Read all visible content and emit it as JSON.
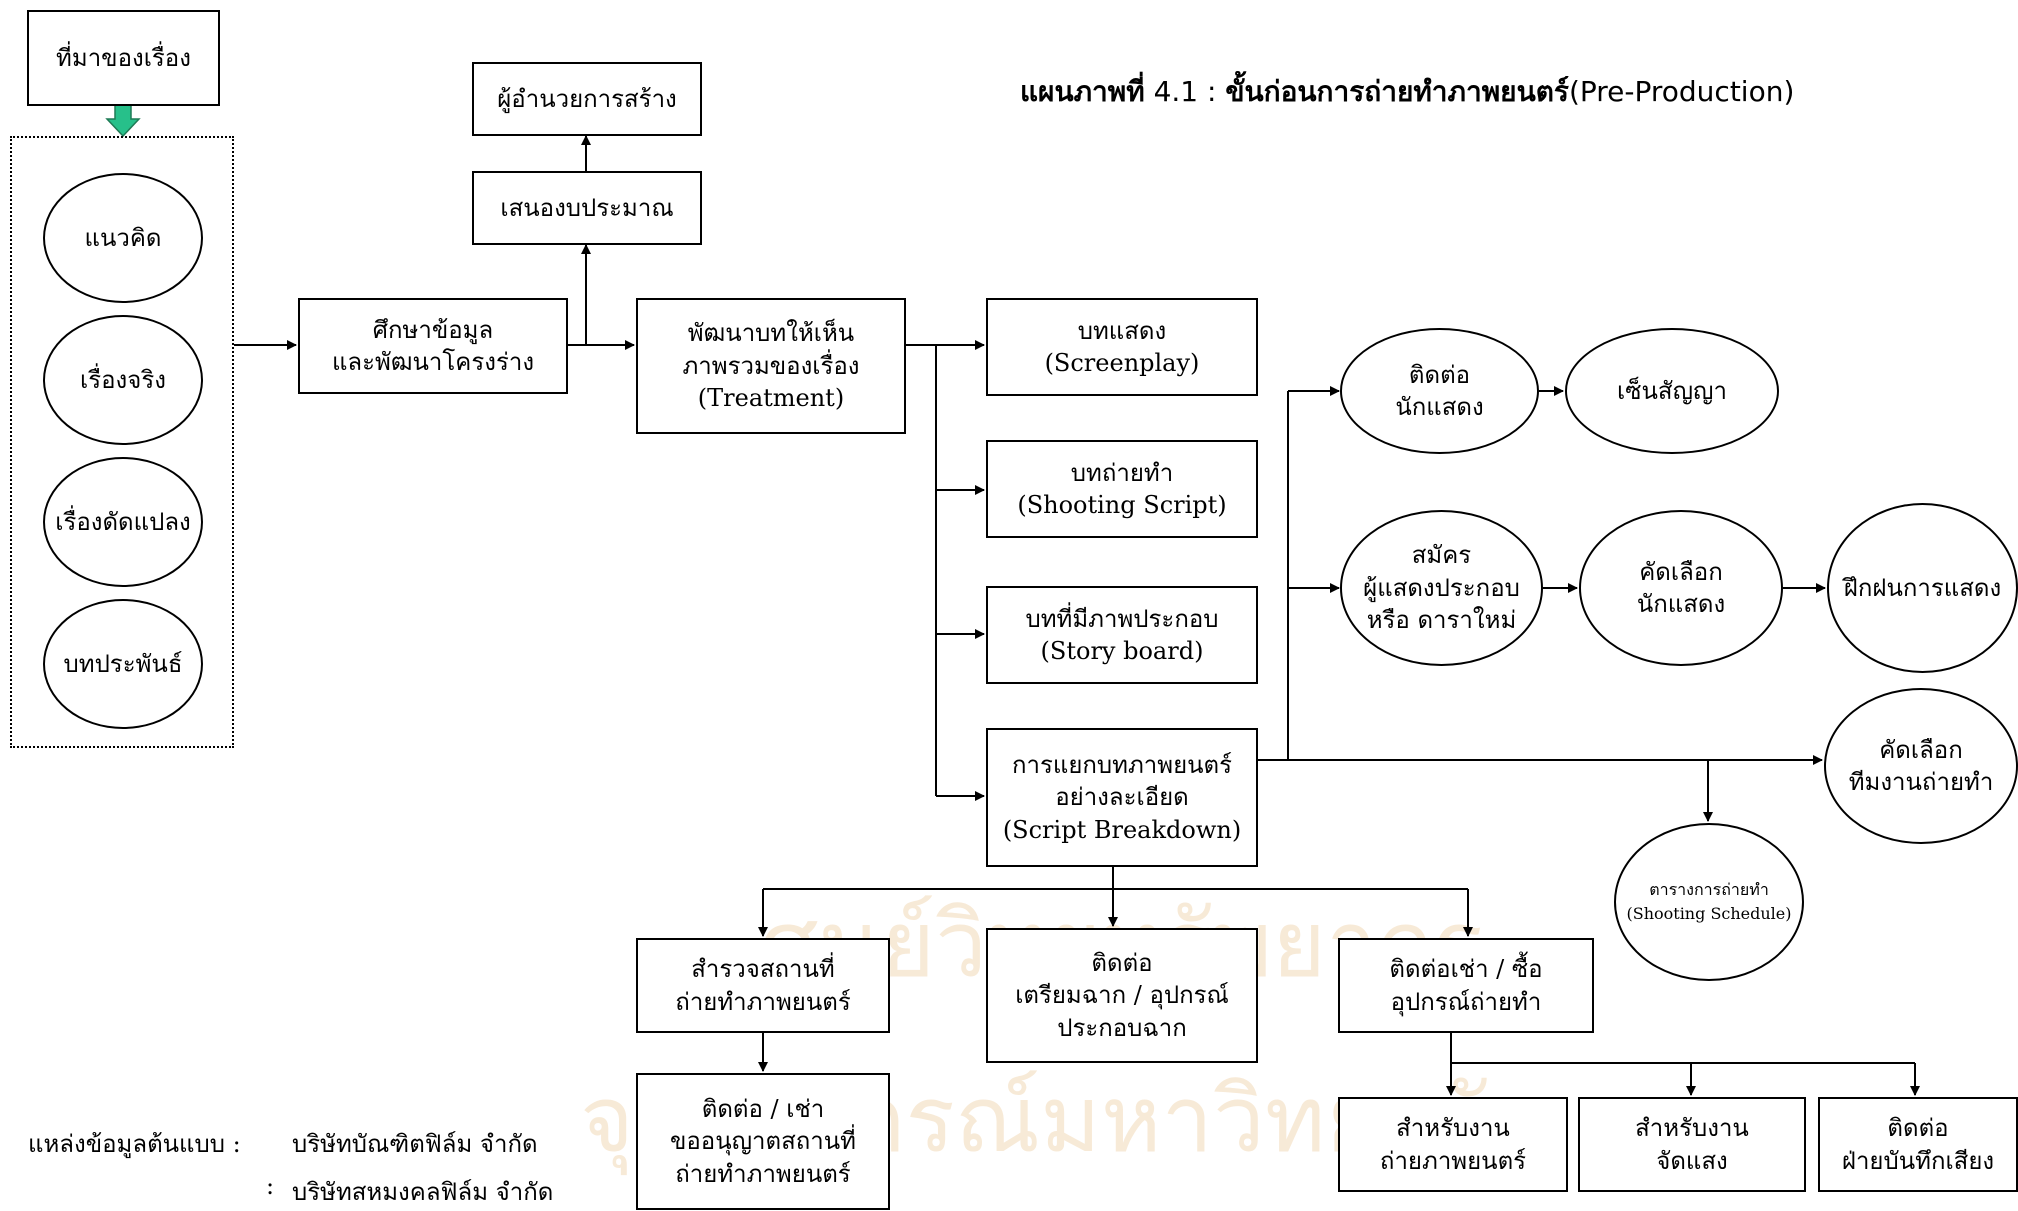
{
  "title": {
    "bold_part": "แผนภาพที่",
    "regular_part": " 4.1 : ",
    "bold_part2": "ขั้นก่อนการถ่ายทำภาพยนตร์",
    "tail": "(Pre-Production)"
  },
  "nodes": {
    "origin": "ที่มาของเรื่อง",
    "concept": "แนวคิด",
    "true_story": "เรื่องจริง",
    "adapted_story": "เรื่องดัดแปลง",
    "composition": "บทประพันธ์",
    "study": "ศึกษาข้อมูล\nและพัฒนาโครงร่าง",
    "budget": "เสนองบประมาณ",
    "producer": "ผู้อำนวยการสร้าง",
    "treatment": "พัฒนาบทให้เห็น\nภาพรวมของเรื่อง\n(Treatment)",
    "screenplay": "บทแสดง\n(Screenplay)",
    "shooting_script": "บทถ่ายทำ\n(Shooting Script)",
    "storyboard": "บทที่มีภาพประกอบ\n(Story board)",
    "breakdown": "การแยกบทภาพยนตร์\nอย่างละเอียด\n(Script Breakdown)",
    "contact_actor": "ติดต่อ\nนักแสดง",
    "sign_contract": "เซ็นสัญญา",
    "recruit": "สมัคร\nผู้แสดงประกอบ\nหรือ ดาราใหม่",
    "select_actor": "คัดเลือก\nนักแสดง",
    "rehearse": "ฝึกฝนการแสดง",
    "select_crew": "คัดเลือก\nทีมงานถ่ายทำ",
    "schedule": "ตารางการถ่ายทำ\n(Shooting Schedule)",
    "survey_location": "สำรวจสถานที่\nถ่ายทำภาพยนตร์",
    "location_permit": "ติดต่อ / เช่า\nขออนุญาตสถานที่\nถ่ายทำภาพยนตร์",
    "set_props": "ติดต่อ\nเตรียมฉาก / อุปกรณ์\nประกอบฉาก",
    "rent_equipment": "ติดต่อเช่า / ซื้อ\nอุปกรณ์ถ่ายทำ",
    "for_filming": "สำหรับงาน\nถ่ายภาพยนตร์",
    "for_lighting": "สำหรับงาน\nจัดแสง",
    "sound_dept": "ติดต่อ\nฝ่ายบันทึกเสียง"
  },
  "source": {
    "label": "แหล่งข้อมูลต้นแบบ :",
    "line1": "บริษัทบัณฑิตฟิล์ม จำกัด",
    "sep2": ":",
    "line2": "บริษัทสหมงคลฟิล์ม จำกัด"
  },
  "watermark": {
    "line1": "ศูนย์วิทยทรัพยากร",
    "line2": "จุฬาลงกรณ์มหาวิทยาลัย"
  },
  "colors": {
    "arrow_down_fill": "#27c08a",
    "watermark": "#f2d9b8",
    "line": "#000000"
  }
}
